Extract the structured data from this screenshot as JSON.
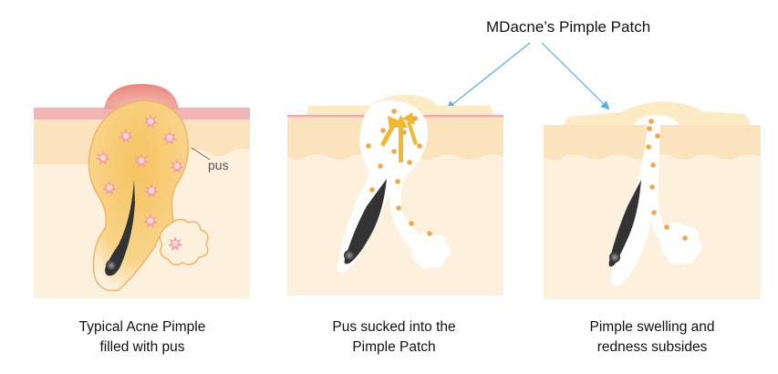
{
  "title": "MDacne’s Pimple Patch",
  "panels": [
    {
      "id": "typical-pimple",
      "caption_line1": "Typical Acne Pimple",
      "caption_line2": "filled with pus",
      "label": "pus"
    },
    {
      "id": "patch-applied",
      "caption_line1": "Pus sucked into the",
      "caption_line2": "Pimple Patch"
    },
    {
      "id": "healed",
      "caption_line1": "Pimple swelling and",
      "caption_line2": "redness subsides"
    }
  ],
  "colors": {
    "skin_upper": "#fbe3be",
    "skin_lower": "#fdf0dc",
    "epidermis_red": "#f2b5b5",
    "pus": "#f6c768",
    "pus_outline": "#f0b566",
    "bacteria": "#f2a0a8",
    "hair": "#333333",
    "patch": "#fcebc4",
    "arrow": "#f2b733",
    "dot": "#f0a94a",
    "pointer": "#5aaee8"
  }
}
